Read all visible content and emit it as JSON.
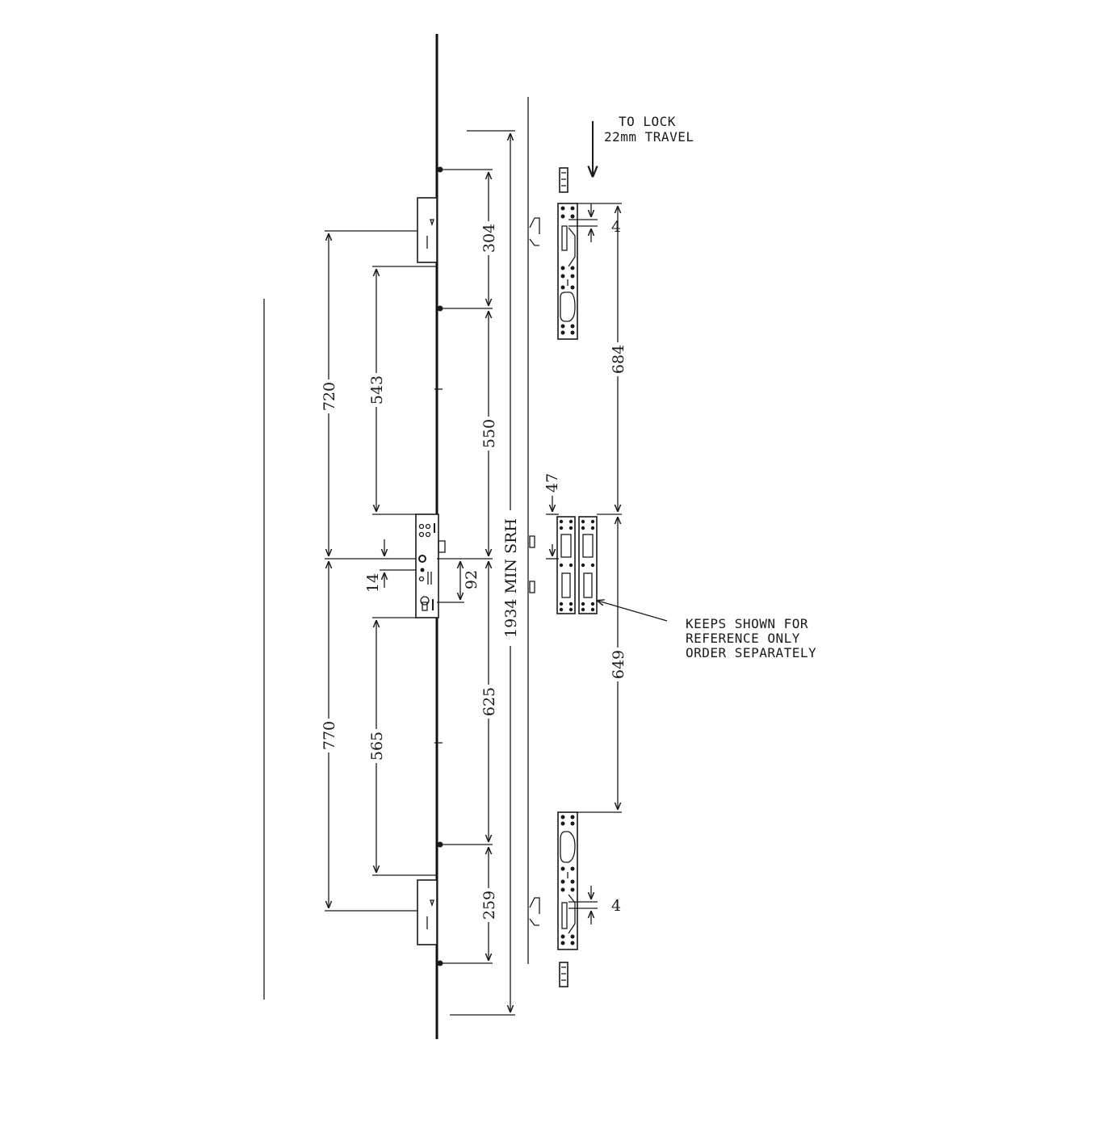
{
  "dimensions": {
    "d720": "720",
    "d543": "543",
    "d770": "770",
    "d565": "565",
    "d304": "304",
    "d550": "550",
    "d625": "625",
    "d259": "259",
    "d14": "14",
    "d92": "92",
    "srh": "1934 MIN SRH",
    "d684": "684",
    "d649": "649",
    "d47": "47",
    "d4_top": "4",
    "d4_bottom": "4"
  },
  "notes": {
    "lock_line1": "TO LOCK",
    "lock_line2": "22mm TRAVEL",
    "keeps_line1": "KEEPS SHOWN FOR",
    "keeps_line2": "REFERENCE ONLY",
    "keeps_line3": "ORDER SEPARATELY"
  }
}
